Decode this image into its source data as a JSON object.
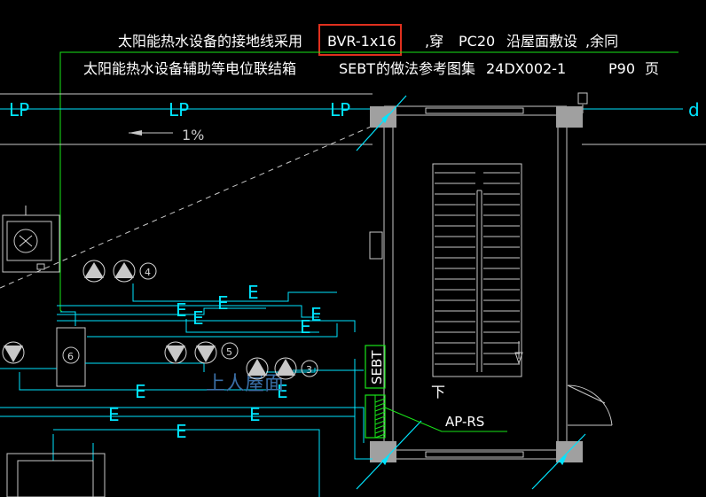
{
  "annotation": {
    "line1": {
      "text_a": "太阳能热水设备的接地线采用",
      "highlight": "BVR-1x16",
      "text_b": ",穿",
      "conduit": "PC20",
      "text_c": "沿屋面敷设",
      "text_d": ",余同"
    },
    "line2": {
      "text_a": "太阳能热水设备辅助等电位联结箱",
      "box_code": "SEBT",
      "text_b": "的做法参考图集",
      "atlas": "24DX002-1",
      "page": "P90",
      "text_c": "页"
    }
  },
  "labels": {
    "lp": "LP",
    "d": "d",
    "slope": "1%",
    "wire_e": "E",
    "sebt": "SEBT",
    "ap_rs": "AP-RS",
    "down": "下",
    "roof": "上人屋面",
    "unit_4": "4",
    "unit_5": "5",
    "unit_3": "3",
    "unit_6": "6"
  },
  "colors": {
    "background": "#000000",
    "annotation_text": "#ffffff",
    "wire": "#00e5ff",
    "wall": "#c8c8c8",
    "ground_wire": "#19e619",
    "highlight_box": "#e0301e",
    "roof_text": "#3a6ea5"
  }
}
